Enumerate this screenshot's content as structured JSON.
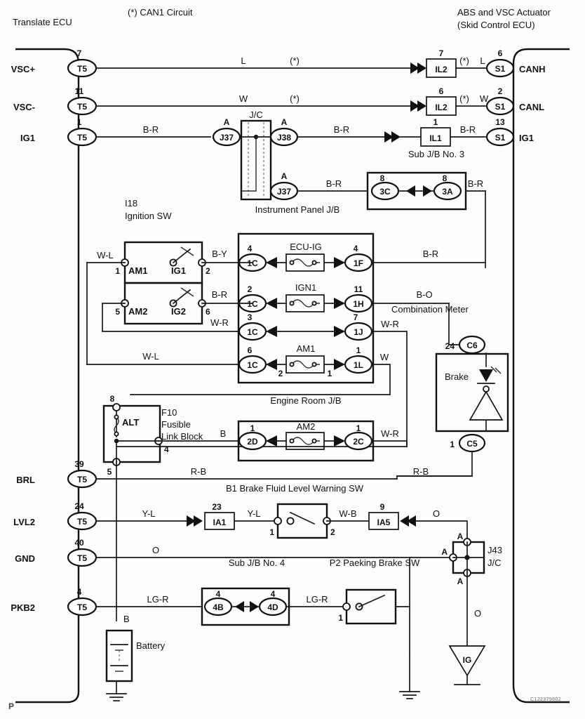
{
  "page": {
    "note_can": "(*) CAN1 Circuit",
    "corner_mark": "P",
    "doc_code": "C122379802"
  },
  "left_ecu": {
    "title": "Translate ECU",
    "connector": "T5",
    "terminals": [
      {
        "name": "VSC+",
        "pin": "7"
      },
      {
        "name": "VSC-",
        "pin": "11"
      },
      {
        "name": "IG1",
        "pin": "1"
      },
      {
        "name": "BRL",
        "pin": "39"
      },
      {
        "name": "LVL2",
        "pin": "24"
      },
      {
        "name": "GND",
        "pin": "40"
      },
      {
        "name": "PKB2",
        "pin": "4"
      }
    ]
  },
  "right_ecu": {
    "title_line1": "ABS and VSC Actuator",
    "title_line2": "(Skid Control ECU)",
    "connector": "S1",
    "terminals": [
      {
        "name": "CANH",
        "pin": "6"
      },
      {
        "name": "CANL",
        "pin": "2"
      },
      {
        "name": "IG1",
        "pin": "13"
      }
    ]
  },
  "sub_jb3": {
    "caption": "Sub J/B No. 3",
    "items": [
      {
        "label": "IL2",
        "pin": "7"
      },
      {
        "label": "IL2",
        "pin": "6"
      },
      {
        "label": "IL1",
        "pin": "1"
      }
    ]
  },
  "instrument_panel_jb": {
    "caption": "Instrument Panel J/B",
    "jc_label": "J/C",
    "connectors": [
      {
        "label": "J37",
        "code": "A"
      },
      {
        "label": "J38",
        "code": "A"
      },
      {
        "label": "J37",
        "code": "A"
      }
    ]
  },
  "joint_3c3a": {
    "left": {
      "label": "3C",
      "pin": "8"
    },
    "right": {
      "label": "3A",
      "pin": "8"
    }
  },
  "ignition_sw": {
    "id": "I18",
    "caption": "Ignition SW",
    "contacts": [
      {
        "in": "AM1",
        "in_pin": "1",
        "out": "IG1",
        "out_pin": "2"
      },
      {
        "in": "AM2",
        "in_pin": "5",
        "out": "IG2",
        "out_pin": "6"
      }
    ]
  },
  "engine_room_jb": {
    "caption": "Engine Room J/B",
    "rows": [
      {
        "left": "1C",
        "left_pin": "4",
        "fuse": "ECU-IG",
        "right": "1F",
        "right_pin": "4",
        "has_fuse": true
      },
      {
        "left": "1C",
        "left_pin": "2",
        "fuse": "IGN1",
        "right": "1H",
        "right_pin": "11",
        "has_fuse": true
      },
      {
        "left": "1C",
        "left_pin": "3",
        "fuse": "",
        "right": "1J",
        "right_pin": "7",
        "has_fuse": false
      },
      {
        "left": "1C",
        "left_pin": "6",
        "fuse": "AM1",
        "right": "1L",
        "right_pin": "1",
        "has_fuse": true,
        "fuse_left_pin": "2",
        "fuse_right_pin": "1"
      }
    ],
    "lower": {
      "left": "2D",
      "left_pin": "1",
      "fuse": "AM2",
      "right": "2C",
      "right_pin": "1"
    }
  },
  "combination_meter": {
    "caption": "Combination Meter",
    "lamp_label": "Brake",
    "top": {
      "label": "C6",
      "pin": "24"
    },
    "bottom": {
      "label": "C5",
      "pin": "1"
    }
  },
  "fusible_link_block": {
    "id": "F10",
    "caption_line1": "Fusible",
    "caption_line2": "Link Block",
    "link_label": "ALT",
    "pins": [
      "8",
      "4",
      "5"
    ]
  },
  "brake_fluid_sw": {
    "caption": "B1 Brake Fluid Level Warning SW",
    "in_joint": {
      "label": "IA1",
      "pin": "23"
    },
    "out_joint": {
      "label": "IA5",
      "pin": "9"
    },
    "sw_pins": [
      "1",
      "2"
    ]
  },
  "sub_jb4": {
    "caption": "Sub J/B No. 4",
    "left": {
      "label": "4B",
      "pin": "4"
    },
    "right": {
      "label": "4D",
      "pin": "4"
    }
  },
  "parking_brake_sw": {
    "caption": "P2 Paeking Brake SW",
    "pin": "1"
  },
  "j43": {
    "label_line1": "J43",
    "label_line2": "J/C",
    "codes": [
      "A",
      "A",
      "A"
    ]
  },
  "battery": {
    "label": "Battery",
    "wire": "B"
  },
  "ground_ig": {
    "label": "IG"
  },
  "wire_labels": {
    "vsc_plus_left": "L",
    "vsc_plus_star": "(*)",
    "vsc_plus_right_star": "(*)",
    "vsc_plus_right": "L",
    "vsc_minus_left": "W",
    "vsc_minus_star": "(*)",
    "vsc_minus_right_star": "(*)",
    "vsc_minus_right": "W",
    "ig1_left": "B-R",
    "ig1_mid": "B-R",
    "ig1_right": "B-R",
    "jc_branch": "B-R",
    "joint_out": "B-R",
    "ign_am1_in": "W-L",
    "ign_ig1_out": "B-Y",
    "ign_ig2_out": "B-R",
    "row3_out": "W-R",
    "row4_in": "W-L",
    "jb_1f_out": "B-R",
    "jb_1h_out": "B-O",
    "jb_1j_out": "W-R",
    "jb_1l_out": "W",
    "alt_out": "B",
    "jb_2c_out": "W-R",
    "brl_out": "R-B",
    "brl_right": "R-B",
    "lvl2_out": "Y-L",
    "lvl2_mid": "Y-L",
    "lvl2_wb": "W-B",
    "lvl2_o": "O",
    "gnd_out": "O",
    "pkb2_out": "LG-R",
    "pkb2_mid": "LG-R",
    "batt_wire": "B",
    "j43_down": "O"
  }
}
